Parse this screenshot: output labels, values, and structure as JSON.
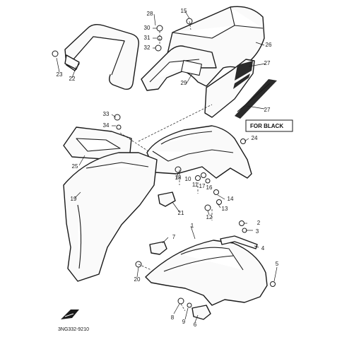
{
  "diagram": {
    "callouts": [
      "1",
      "2",
      "3",
      "4",
      "5",
      "6",
      "7",
      "8",
      "9",
      "10",
      "11",
      "12",
      "13",
      "14",
      "15",
      "16",
      "17",
      "18",
      "19",
      "20",
      "21",
      "22",
      "23",
      "24",
      "25",
      "26",
      "27",
      "27",
      "28",
      "29",
      "30",
      "31",
      "32",
      "33",
      "34"
    ],
    "note": "FOR BLACK",
    "code": "3NG332-9210"
  }
}
